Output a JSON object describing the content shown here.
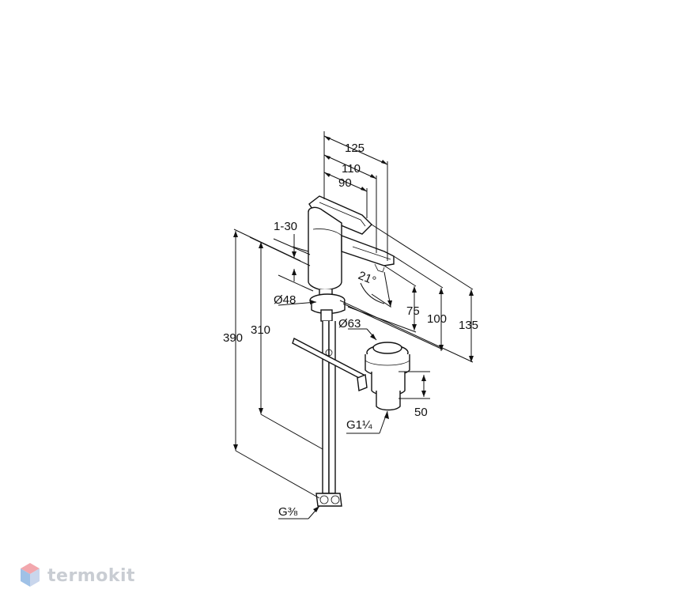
{
  "dimensions": {
    "spout_reach_125": "125",
    "spout_reach_110": "110",
    "spout_reach_90": "90",
    "deck_thickness": "1-30",
    "body_diameter": "Ø48",
    "waste_diameter": "Ø63",
    "spout_angle": "21°",
    "height_75": "75",
    "height_100": "100",
    "height_135": "135",
    "hose_310": "310",
    "hose_390": "390",
    "waste_height": "50",
    "waste_thread": "G1¼",
    "hose_thread": "G⅜"
  },
  "brand": {
    "name": "termokit",
    "colors": {
      "top": "#f2a7ad",
      "left": "#9fc1e6",
      "right": "#c9d6ec",
      "text": "#c9cdd3"
    }
  }
}
